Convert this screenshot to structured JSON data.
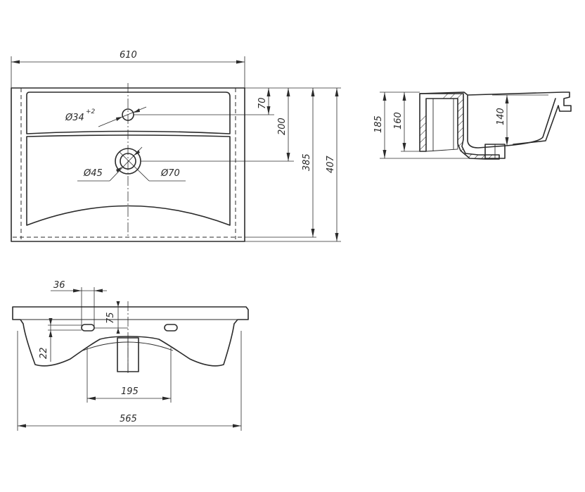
{
  "top_view": {
    "width": "610",
    "d_70": "70",
    "d_200": "200",
    "d_385": "385",
    "d_407": "407",
    "hole_faucet": "Ø34",
    "hole_faucet_tol": "+2",
    "hole_drain": "Ø45",
    "hole_drain_outer": "Ø70"
  },
  "side_section": {
    "d_185": "185",
    "d_160": "160",
    "d_140": "140"
  },
  "rear_view": {
    "d_36": "36",
    "d_75": "75",
    "d_22": "22",
    "d_195": "195",
    "d_565": "565"
  }
}
